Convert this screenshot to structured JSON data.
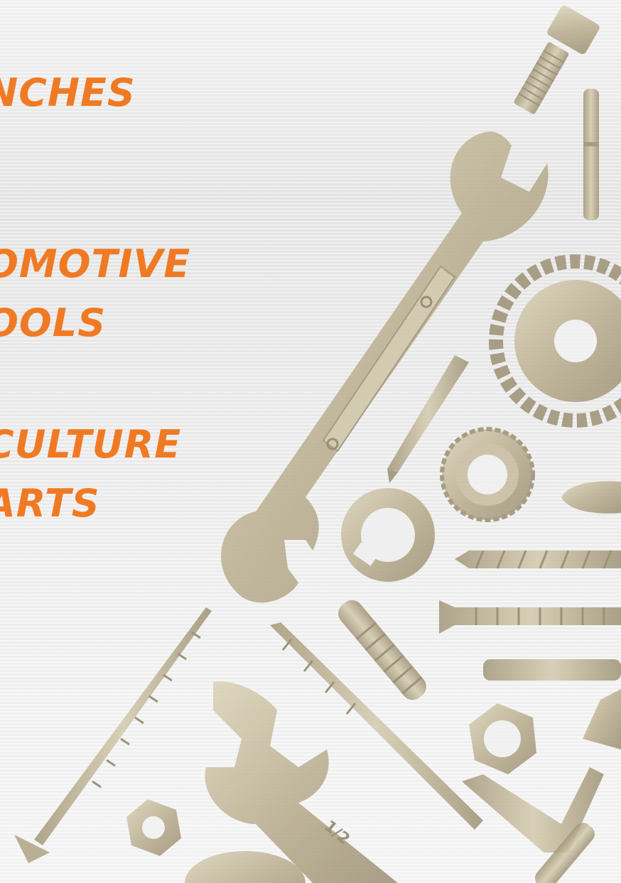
{
  "labels": {
    "line1": "NCHES",
    "line2": "OMOTIVE",
    "line3": "OOLS",
    "line4": "CULTURE",
    "line5": "ARTS"
  },
  "colors": {
    "accent": "#f07a24",
    "metal": "#b3a789",
    "metal_light": "#d7cdb2",
    "metal_dark": "#8f8468",
    "background": "#efefef"
  }
}
